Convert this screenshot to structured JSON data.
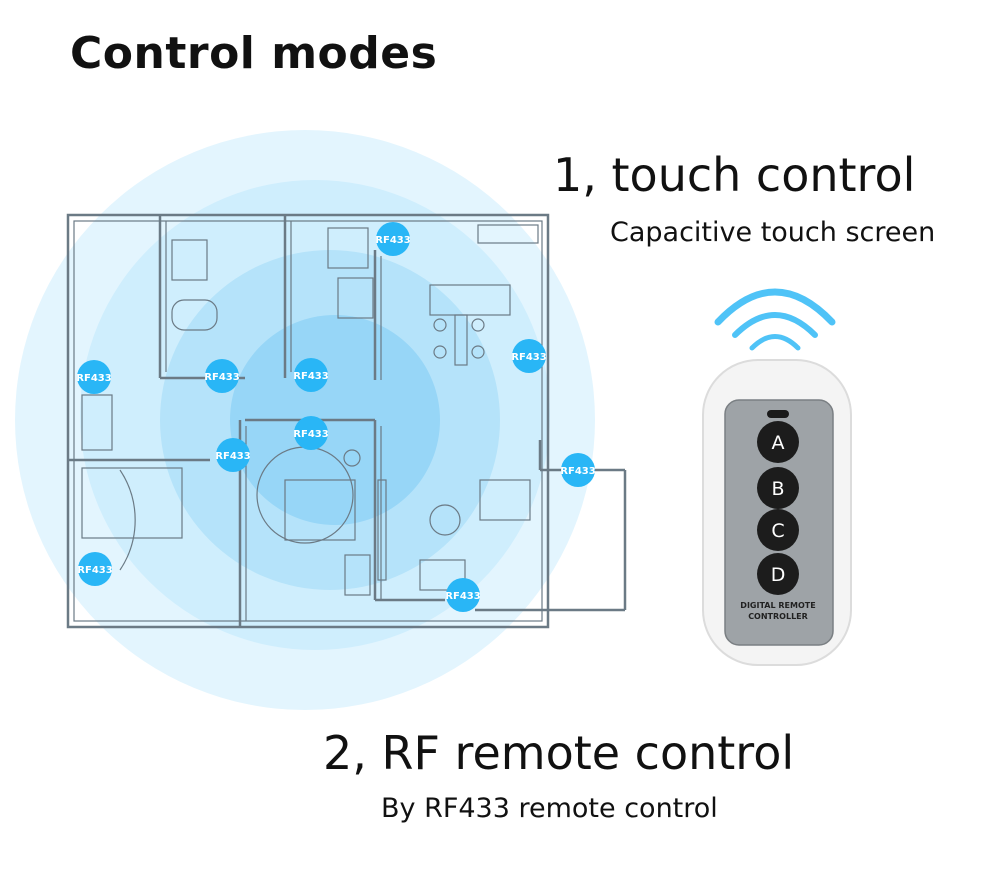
{
  "heading": "Control modes",
  "modes": [
    {
      "title": "1, touch control",
      "subtitle": "Capacitive touch screen"
    },
    {
      "title": "2, RF remote control",
      "subtitle": "By RF433 remote control"
    }
  ],
  "receiver_label": "RF433",
  "remote": {
    "buttons": [
      "A",
      "B",
      "C",
      "D"
    ],
    "caption_line1": "DIGITAL REMOTE",
    "caption_line2": "CONTROLLER"
  },
  "colors": {
    "signal_blue": "#29b6f6",
    "ring_light": "#d9f1fd",
    "ring_mid": "#b8e4fb",
    "ring_dark": "#8fd3f7",
    "plan_line": "#6b7a85"
  }
}
